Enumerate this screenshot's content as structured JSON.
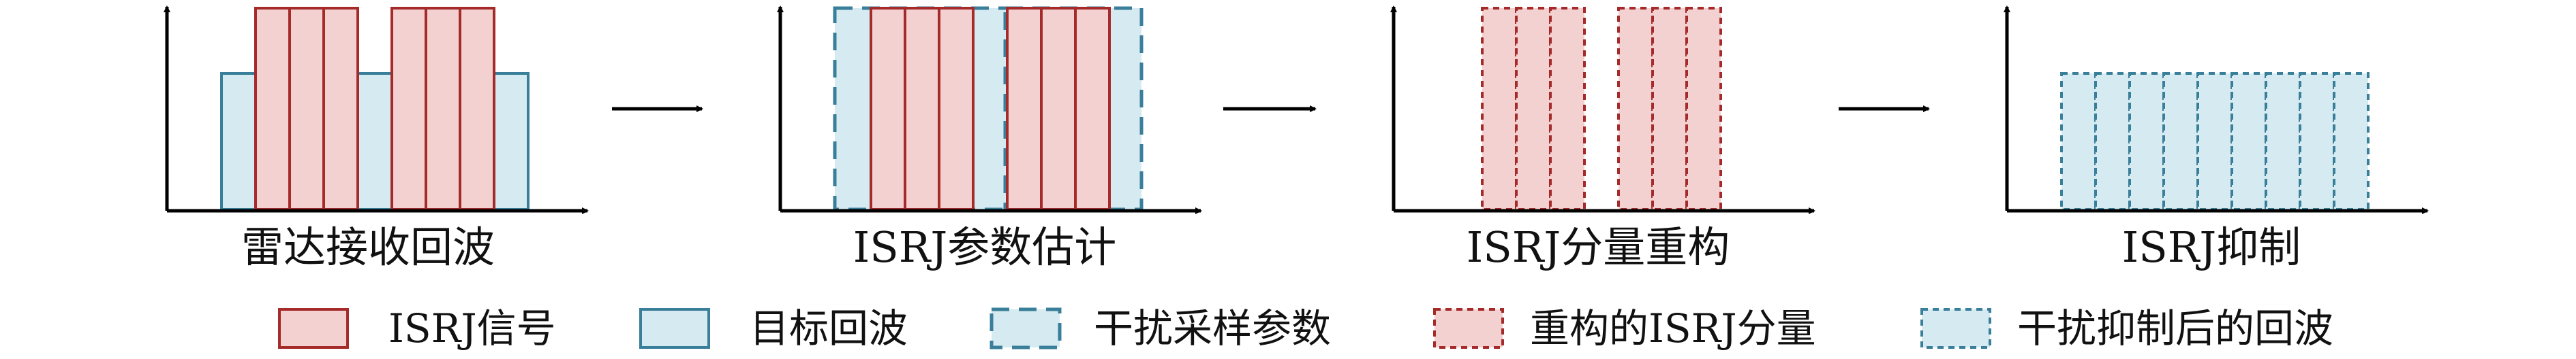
{
  "colors": {
    "isrj_fill": "#f2d1d0",
    "isrj_stroke": "#a52a2a",
    "echo_fill": "#d6eaf1",
    "echo_stroke": "#3a7f9a",
    "axis": "#000000"
  },
  "panels": [
    {
      "label": "雷达接收回波"
    },
    {
      "label": "ISRJ参数估计"
    },
    {
      "label": "ISRJ分量重构"
    },
    {
      "label": "ISRJ抑制"
    }
  ],
  "legend": [
    {
      "label": "ISRJ信号",
      "style": "isrj-solid"
    },
    {
      "label": "目标回波",
      "style": "echo-solid"
    },
    {
      "label": "干扰采样参数",
      "style": "echo-dashed"
    },
    {
      "label": "重构的ISRJ分量",
      "style": "isrj-dotted"
    },
    {
      "label": "干扰抑制后的回波",
      "style": "echo-dotted"
    }
  ]
}
